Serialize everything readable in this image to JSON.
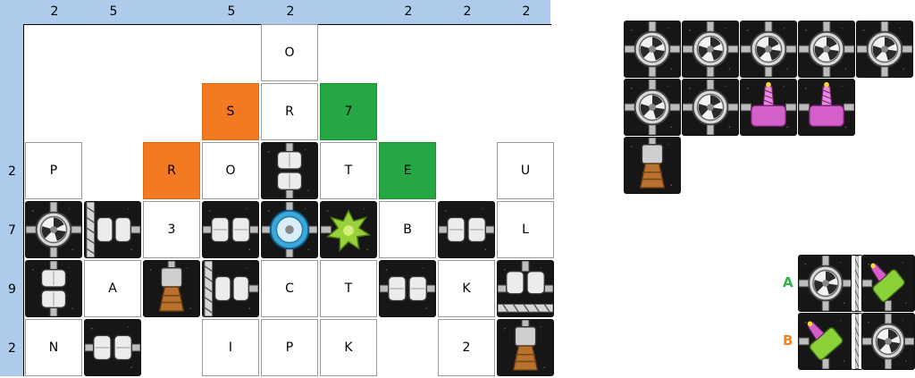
{
  "column_clues": [
    "2",
    "5",
    "",
    "5",
    "2",
    "",
    "2",
    "2",
    "2"
  ],
  "row_clues": [
    "",
    "",
    "2",
    "7",
    "9",
    "2"
  ],
  "grid": [
    [
      {
        "t": "e"
      },
      {
        "t": "e"
      },
      {
        "t": "e"
      },
      {
        "t": "e"
      },
      {
        "t": "c",
        "v": "O"
      },
      {
        "t": "e"
      },
      {
        "t": "e"
      },
      {
        "t": "e"
      },
      {
        "t": "e"
      }
    ],
    [
      {
        "t": "e"
      },
      {
        "t": "e"
      },
      {
        "t": "e"
      },
      {
        "t": "c",
        "v": "S",
        "c": "orange"
      },
      {
        "t": "c",
        "v": "R"
      },
      {
        "t": "c",
        "v": "7",
        "c": "green"
      },
      {
        "t": "e"
      },
      {
        "t": "e"
      },
      {
        "t": "e"
      }
    ],
    [
      {
        "t": "c",
        "v": "P"
      },
      {
        "t": "e"
      },
      {
        "t": "c",
        "v": "R",
        "c": "orange"
      },
      {
        "t": "c",
        "v": "O"
      },
      {
        "t": "tile",
        "k": "hab-v"
      },
      {
        "t": "c",
        "v": "T"
      },
      {
        "t": "c",
        "v": "E",
        "c": "green"
      },
      {
        "t": "e"
      },
      {
        "t": "c",
        "v": "U"
      }
    ],
    [
      {
        "t": "tile",
        "k": "fan"
      },
      {
        "t": "tile",
        "k": "hab-h-pipe"
      },
      {
        "t": "c",
        "v": "3"
      },
      {
        "t": "tile",
        "k": "hab-h"
      },
      {
        "t": "tile",
        "k": "shield"
      },
      {
        "t": "tile",
        "k": "alien"
      },
      {
        "t": "c",
        "v": "B"
      },
      {
        "t": "tile",
        "k": "hab-h"
      },
      {
        "t": "c",
        "v": "L"
      }
    ],
    [
      {
        "t": "tile",
        "k": "hab-v"
      },
      {
        "t": "c",
        "v": "A"
      },
      {
        "t": "tile",
        "k": "engine"
      },
      {
        "t": "tile",
        "k": "hab-h-pipe"
      },
      {
        "t": "c",
        "v": "C"
      },
      {
        "t": "c",
        "v": "T"
      },
      {
        "t": "tile",
        "k": "hab-h"
      },
      {
        "t": "c",
        "v": "K"
      },
      {
        "t": "tile",
        "k": "hab-h-pipe-bottom"
      }
    ],
    [
      {
        "t": "c",
        "v": "N"
      },
      {
        "t": "tile",
        "k": "hab-h"
      },
      {
        "t": "e"
      },
      {
        "t": "c",
        "v": "I"
      },
      {
        "t": "c",
        "v": "P"
      },
      {
        "t": "c",
        "v": "K"
      },
      {
        "t": "e"
      },
      {
        "t": "c",
        "v": "2"
      },
      {
        "t": "tile",
        "k": "engine"
      }
    ]
  ],
  "inventory": {
    "rows": [
      [
        "fan",
        "fan",
        "fan",
        "fan",
        "fan"
      ],
      [
        "fan",
        "fan",
        "laser",
        "laser"
      ],
      [
        "engine"
      ]
    ]
  },
  "legend": [
    {
      "label": "A",
      "color": "#2db34a",
      "tiles": [
        "fan",
        "pipe",
        "laser-green"
      ]
    },
    {
      "label": "B",
      "color": "#f58220",
      "tiles": [
        "laser-green",
        "pipe",
        "fan"
      ]
    }
  ]
}
